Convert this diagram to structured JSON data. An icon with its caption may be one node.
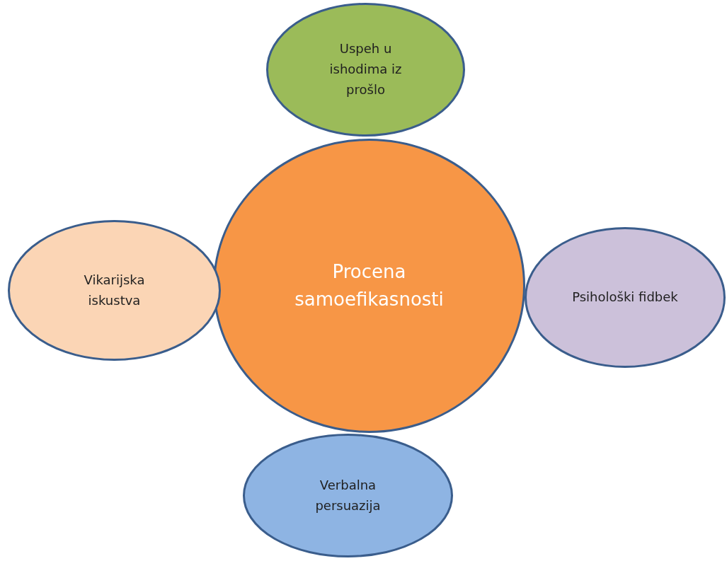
{
  "diagram": {
    "nodes": [
      {
        "text": [
          "Uspeh u ishodima iz prošlo"
        ]
      },
      {
        "text": [
          "Vikarijska iskustva"
        ]
      },
      {
        "text": [
          "Procena samoefikasnosti"
        ]
      },
      {
        "text": [
          "Psihološki fidbek"
        ]
      },
      {
        "text": [
          "Verbalna persuazija"
        ]
      }
    ]
  }
}
